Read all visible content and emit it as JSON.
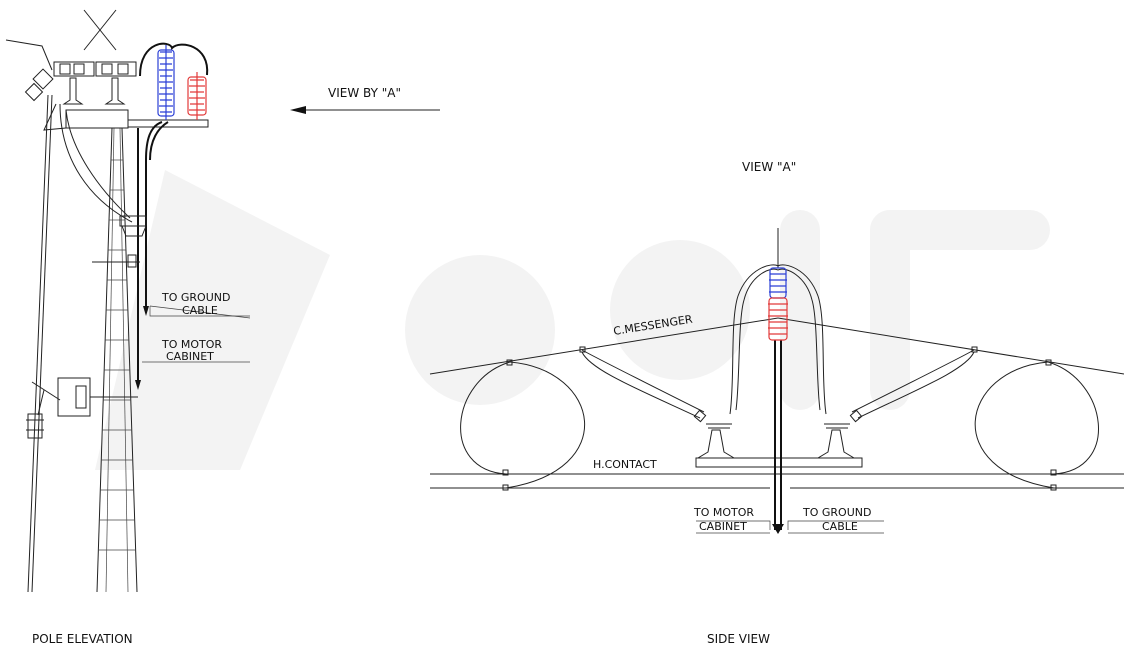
{
  "titles": {
    "pole_elevation": "POLE ELEVATION",
    "side_view": "SIDE VIEW",
    "view_a": "VIEW \"A\"",
    "view_by_a": "VIEW BY \"A\""
  },
  "elevation": {
    "ground_label_1": "TO GROUND",
    "ground_label_2": "CABLE",
    "motor_label_1": "TO MOTOR",
    "motor_label_2": "CABINET"
  },
  "side": {
    "messenger": "C.MESSENGER",
    "contact": "H.CONTACT",
    "motor_label_1": "TO MOTOR",
    "motor_label_2": "CABINET",
    "ground_label_1": "TO GROUND",
    "ground_label_2": "CABLE"
  },
  "colors": {
    "insulator_blue": "#2b3fd6",
    "insulator_red": "#e23a3a",
    "watermark": "#f2f2f2"
  }
}
